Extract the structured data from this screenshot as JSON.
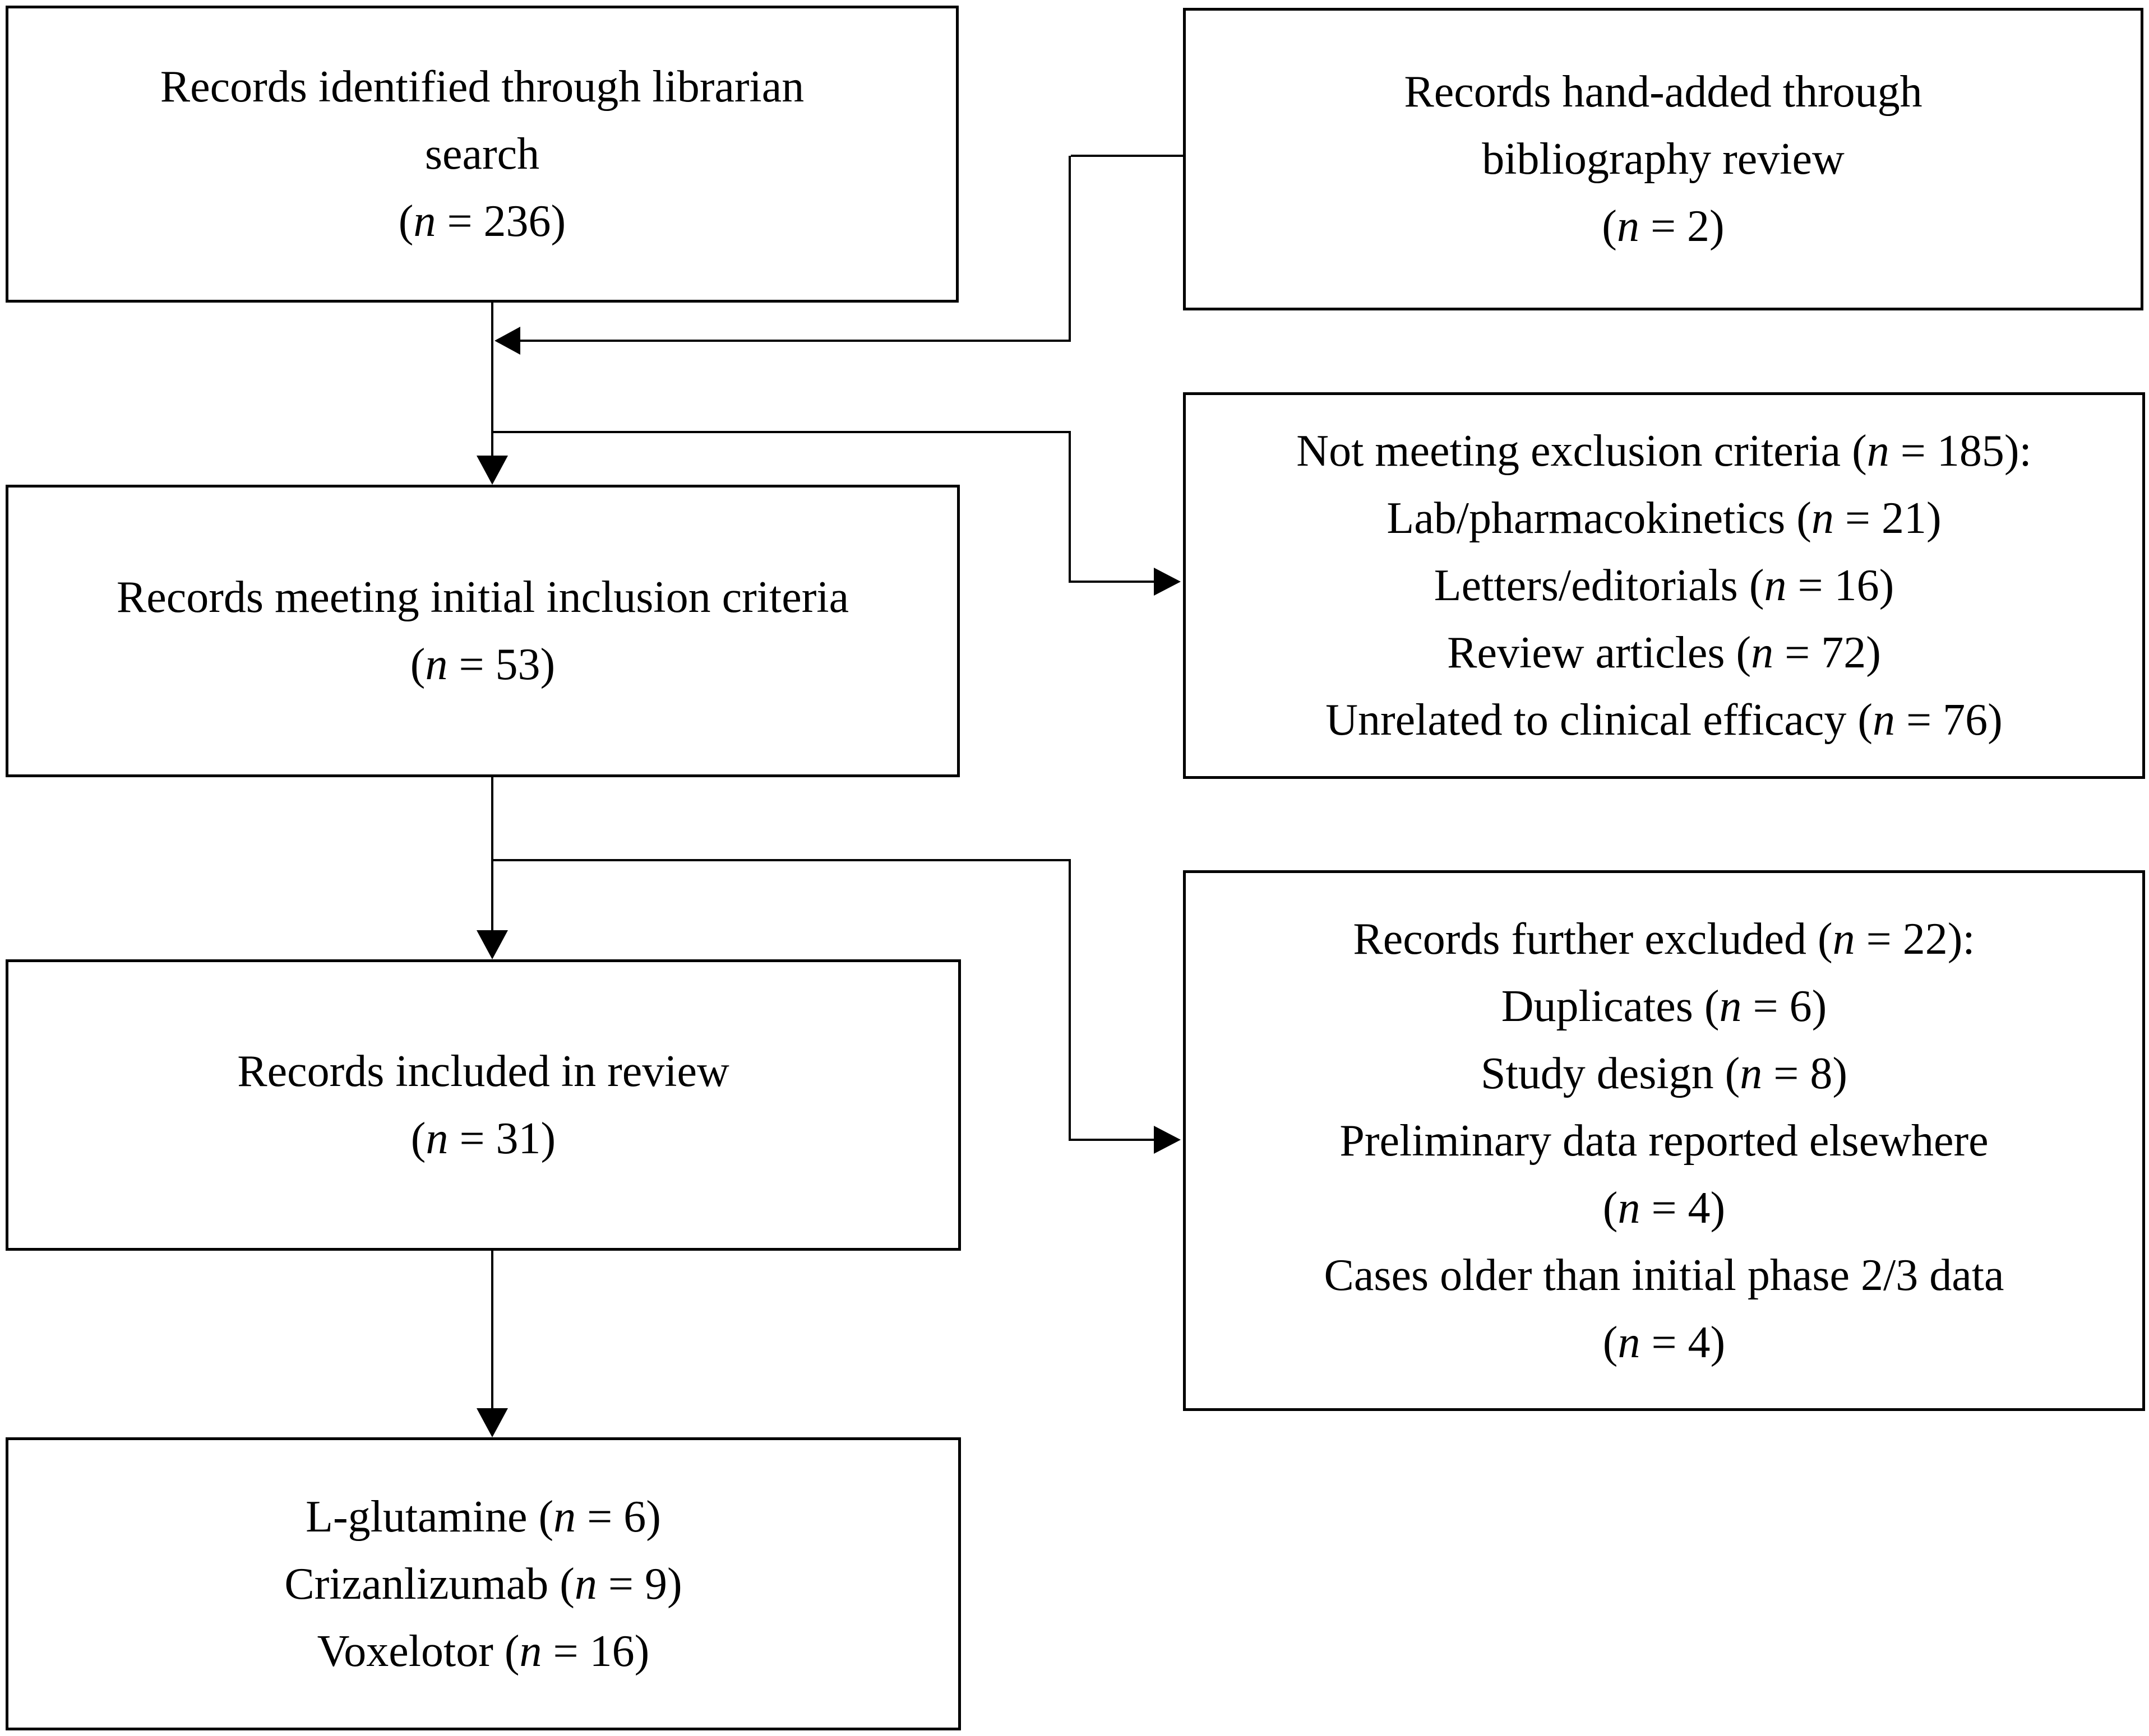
{
  "figure": {
    "type": "flowchart",
    "description": "Literature screening flow diagram",
    "background_color": "#ffffff",
    "line_color": "#000000",
    "text_color": "#000000"
  },
  "boxes": [
    {
      "id": "librarian-search",
      "lines": [
        "Records identified through librarian",
        "search",
        "(n = 236)"
      ]
    },
    {
      "id": "bibliography-review",
      "lines": [
        "Records hand-added through",
        "bibliography review",
        "(n = 2)"
      ]
    },
    {
      "id": "initial-inclusion",
      "lines": [
        "Records meeting initial inclusion criteria",
        "(n = 53)"
      ]
    },
    {
      "id": "exclusion-criteria",
      "lines": [
        "Not meeting exclusion criteria (n = 185):",
        "Lab/pharmacokinetics (n = 21)",
        "Letters/editorials (n = 16)",
        "Review articles (n = 72)",
        "Unrelated to clinical efficacy (n = 76)"
      ]
    },
    {
      "id": "included-in-review",
      "lines": [
        "Records included in review",
        "(n = 31)"
      ]
    },
    {
      "id": "further-excluded",
      "lines": [
        "Records further excluded (n = 22):",
        "Duplicates (n = 6)",
        "Study design (n = 8)",
        "Preliminary data reported elsewhere",
        "(n = 4)",
        "Cases older than initial phase 2/3 data",
        "(n = 4)"
      ]
    },
    {
      "id": "final-drugs",
      "lines": [
        "L-glutamine (n = 6)",
        "Crizanlizumab (n = 9)",
        "Voxelotor (n = 16)"
      ]
    }
  ],
  "connections": [
    {
      "from": "librarian-search",
      "to": "initial-inclusion"
    },
    {
      "from": "bibliography-review",
      "to": "initial-inclusion"
    },
    {
      "from": "flow-into-initial-inclusion",
      "to": "exclusion-criteria"
    },
    {
      "from": "initial-inclusion",
      "to": "included-in-review"
    },
    {
      "from": "flow-into-included-in-review",
      "to": "further-excluded"
    },
    {
      "from": "included-in-review",
      "to": "final-drugs"
    }
  ]
}
